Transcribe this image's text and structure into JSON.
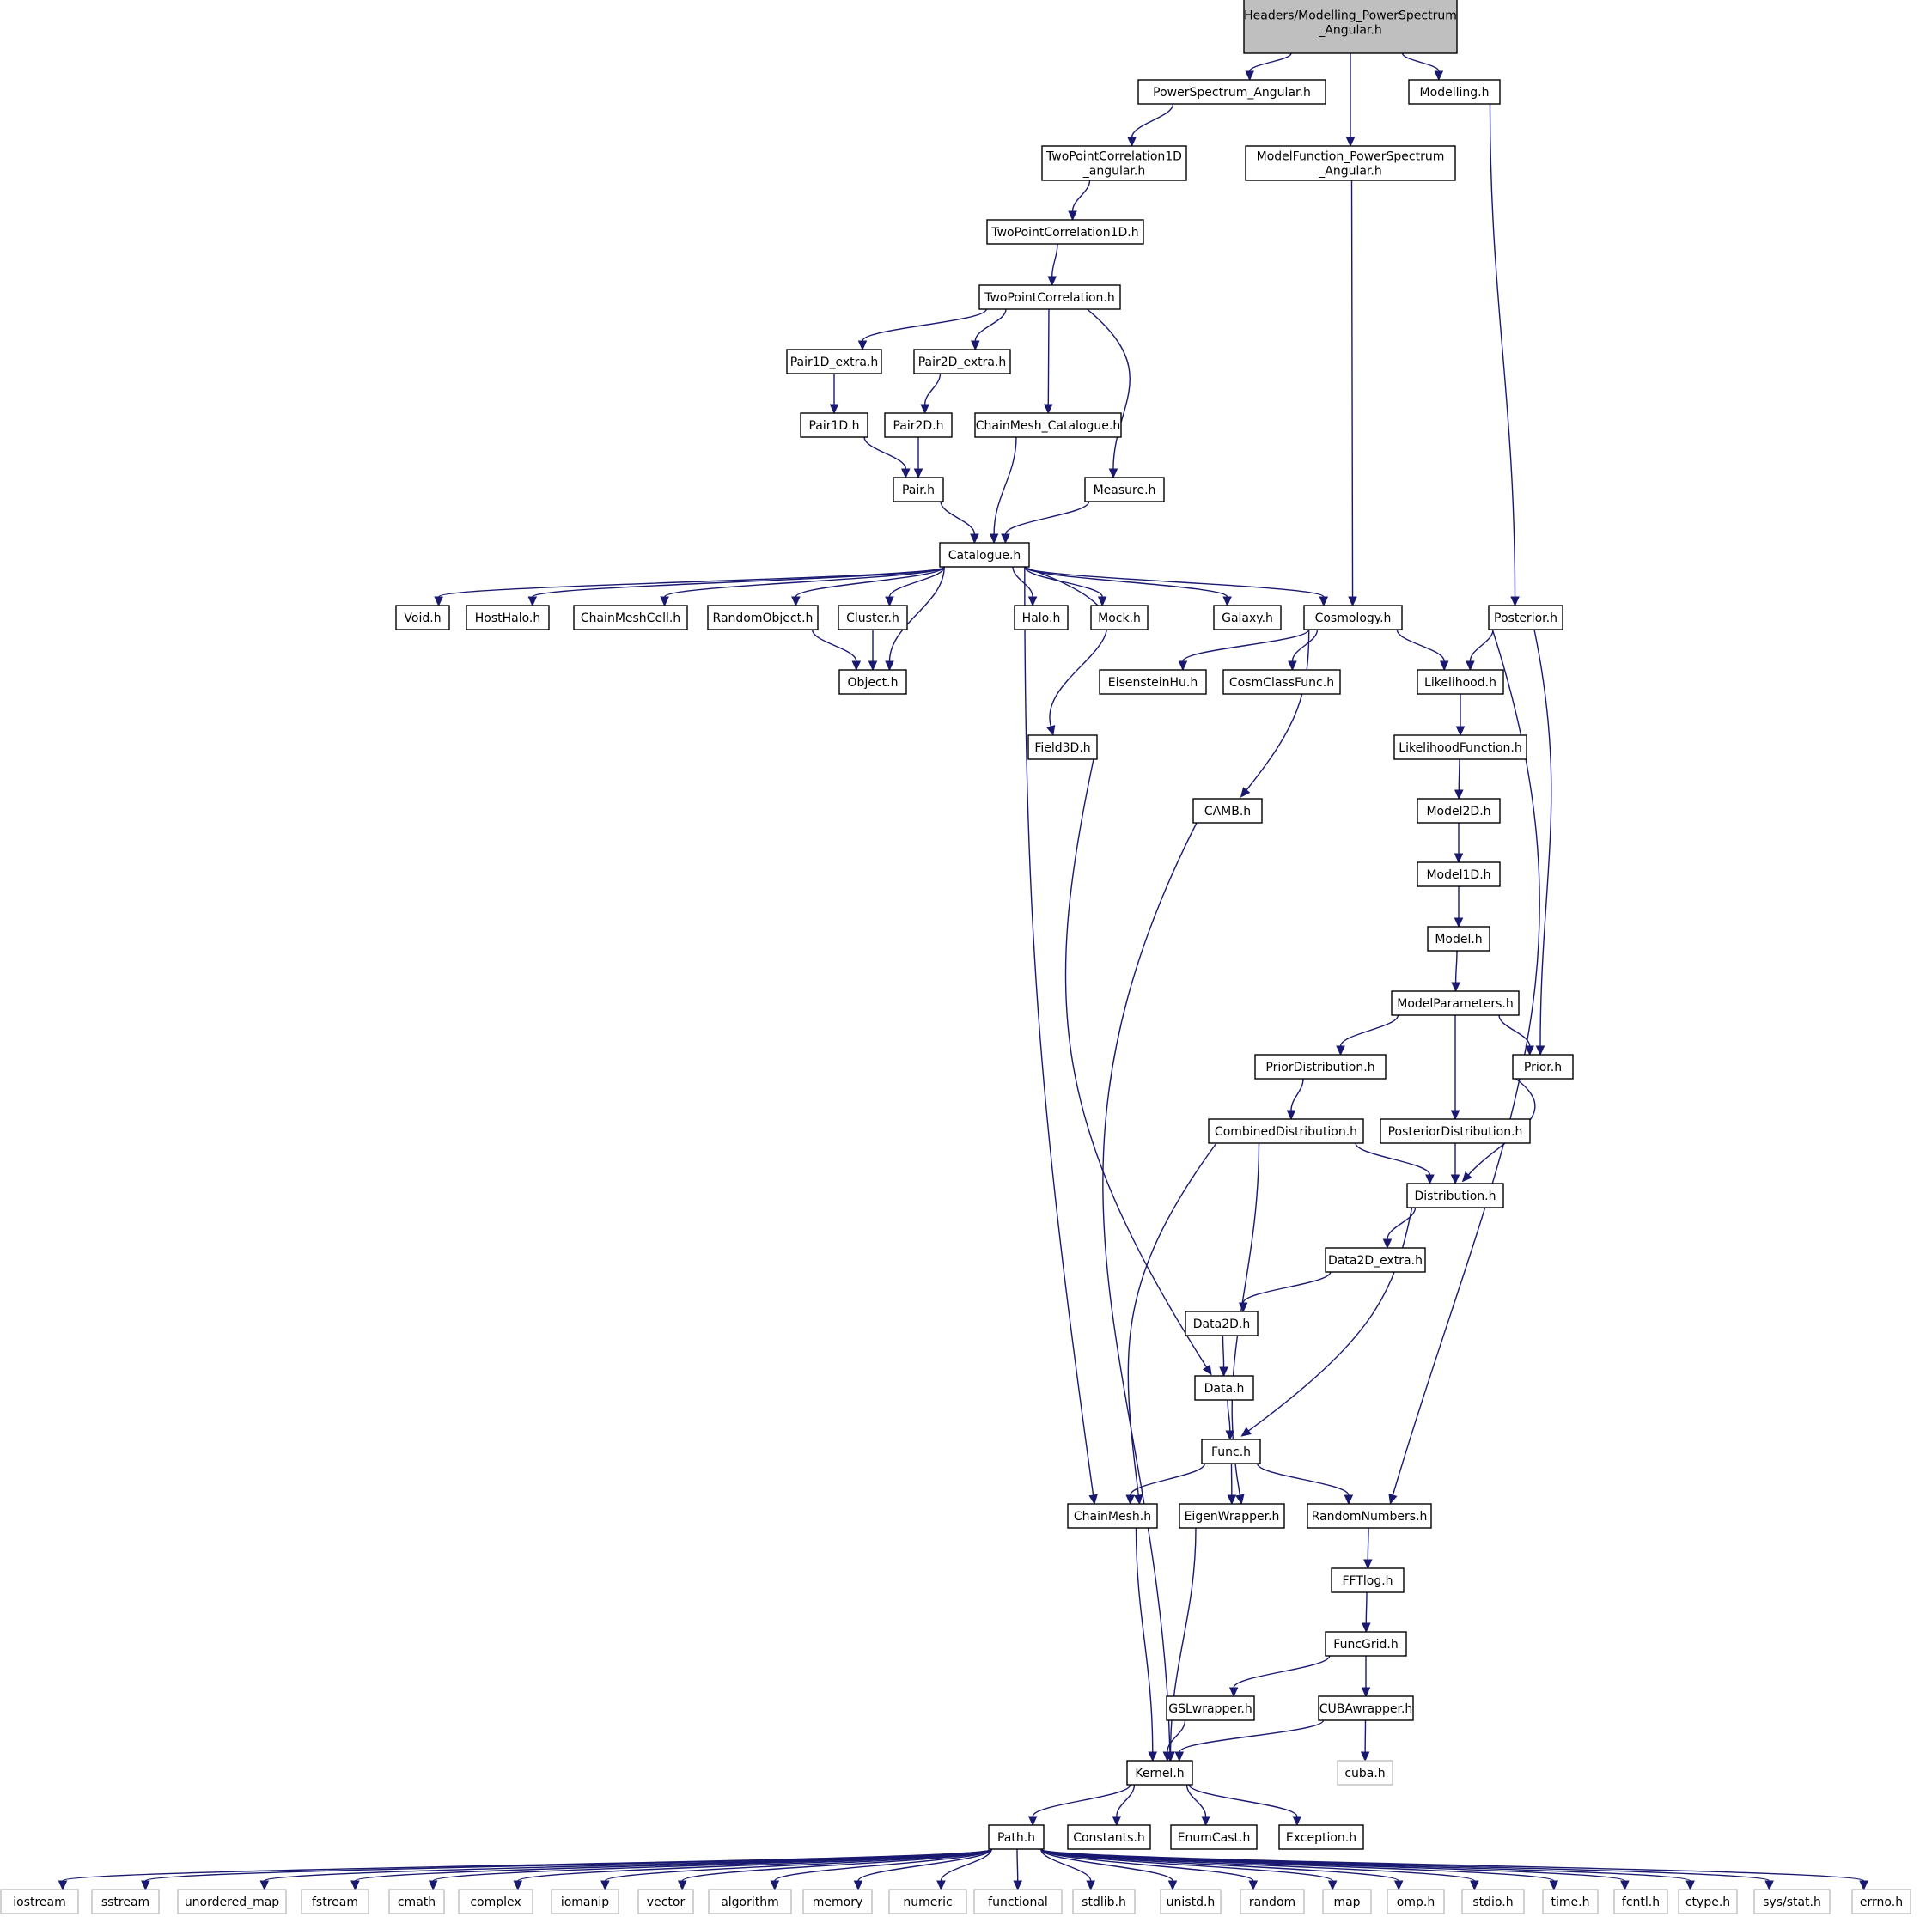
{
  "diagram": {
    "title_lines": [
      "Headers/Modelling_PowerSpectrum",
      "_Angular.h"
    ],
    "colors": {
      "edge": "#191970",
      "root_fill": "#bfbfbf",
      "external_border": "#bfbfbf"
    },
    "nodes": [
      {
        "id": "root",
        "lines": [
          "Headers/Modelling_PowerSpectrum",
          "_Angular.h"
        ],
        "kind": "root"
      },
      {
        "id": "psang",
        "lines": [
          "PowerSpectrum_Angular.h"
        ]
      },
      {
        "id": "modelling",
        "lines": [
          "Modelling.h"
        ]
      },
      {
        "id": "mfps",
        "lines": [
          "ModelFunction_PowerSpectrum",
          "_Angular.h"
        ]
      },
      {
        "id": "tpc1da",
        "lines": [
          "TwoPointCorrelation1D",
          "_angular.h"
        ]
      },
      {
        "id": "tpc1d",
        "lines": [
          "TwoPointCorrelation1D.h"
        ]
      },
      {
        "id": "tpc",
        "lines": [
          "TwoPointCorrelation.h"
        ]
      },
      {
        "id": "pair1dx",
        "lines": [
          "Pair1D_extra.h"
        ]
      },
      {
        "id": "pair2dx",
        "lines": [
          "Pair2D_extra.h"
        ]
      },
      {
        "id": "pair1d",
        "lines": [
          "Pair1D.h"
        ]
      },
      {
        "id": "pair2d",
        "lines": [
          "Pair2D.h"
        ]
      },
      {
        "id": "cmcat",
        "lines": [
          "ChainMesh_Catalogue.h"
        ]
      },
      {
        "id": "pair",
        "lines": [
          "Pair.h"
        ]
      },
      {
        "id": "measure",
        "lines": [
          "Measure.h"
        ]
      },
      {
        "id": "catalogue",
        "lines": [
          "Catalogue.h"
        ]
      },
      {
        "id": "void",
        "lines": [
          "Void.h"
        ]
      },
      {
        "id": "hosthalo",
        "lines": [
          "HostHalo.h"
        ]
      },
      {
        "id": "cmcell",
        "lines": [
          "ChainMeshCell.h"
        ]
      },
      {
        "id": "randobj",
        "lines": [
          "RandomObject.h"
        ]
      },
      {
        "id": "cluster",
        "lines": [
          "Cluster.h"
        ]
      },
      {
        "id": "halo",
        "lines": [
          "Halo.h"
        ]
      },
      {
        "id": "mock",
        "lines": [
          "Mock.h"
        ]
      },
      {
        "id": "galaxy",
        "lines": [
          "Galaxy.h"
        ]
      },
      {
        "id": "cosmology",
        "lines": [
          "Cosmology.h"
        ]
      },
      {
        "id": "posterior",
        "lines": [
          "Posterior.h"
        ]
      },
      {
        "id": "object",
        "lines": [
          "Object.h"
        ]
      },
      {
        "id": "eisenstein",
        "lines": [
          "EisensteinHu.h"
        ]
      },
      {
        "id": "cosmclass",
        "lines": [
          "CosmClassFunc.h"
        ]
      },
      {
        "id": "likelihood",
        "lines": [
          "Likelihood.h"
        ]
      },
      {
        "id": "field3d",
        "lines": [
          "Field3D.h"
        ]
      },
      {
        "id": "likefunc",
        "lines": [
          "LikelihoodFunction.h"
        ]
      },
      {
        "id": "camb",
        "lines": [
          "CAMB.h"
        ]
      },
      {
        "id": "model2d",
        "lines": [
          "Model2D.h"
        ]
      },
      {
        "id": "model1d",
        "lines": [
          "Model1D.h"
        ]
      },
      {
        "id": "model",
        "lines": [
          "Model.h"
        ]
      },
      {
        "id": "modelparams",
        "lines": [
          "ModelParameters.h"
        ]
      },
      {
        "id": "priordist",
        "lines": [
          "PriorDistribution.h"
        ]
      },
      {
        "id": "prior",
        "lines": [
          "Prior.h"
        ]
      },
      {
        "id": "combdist",
        "lines": [
          "CombinedDistribution.h"
        ]
      },
      {
        "id": "postdist",
        "lines": [
          "PosteriorDistribution.h"
        ]
      },
      {
        "id": "distribution",
        "lines": [
          "Distribution.h"
        ]
      },
      {
        "id": "data2dx",
        "lines": [
          "Data2D_extra.h"
        ]
      },
      {
        "id": "data2d",
        "lines": [
          "Data2D.h"
        ]
      },
      {
        "id": "data",
        "lines": [
          "Data.h"
        ]
      },
      {
        "id": "func",
        "lines": [
          "Func.h"
        ]
      },
      {
        "id": "chainmesh",
        "lines": [
          "ChainMesh.h"
        ]
      },
      {
        "id": "eigen",
        "lines": [
          "EigenWrapper.h"
        ]
      },
      {
        "id": "randnum",
        "lines": [
          "RandomNumbers.h"
        ]
      },
      {
        "id": "fftlog",
        "lines": [
          "FFTlog.h"
        ]
      },
      {
        "id": "funcgrid",
        "lines": [
          "FuncGrid.h"
        ]
      },
      {
        "id": "gsl",
        "lines": [
          "GSLwrapper.h"
        ]
      },
      {
        "id": "cuba",
        "lines": [
          "CUBAwrapper.h"
        ]
      },
      {
        "id": "cubah",
        "lines": [
          "cuba.h"
        ],
        "kind": "ext"
      },
      {
        "id": "kernel",
        "lines": [
          "Kernel.h"
        ]
      },
      {
        "id": "path",
        "lines": [
          "Path.h"
        ]
      },
      {
        "id": "constants",
        "lines": [
          "Constants.h"
        ]
      },
      {
        "id": "enumcast",
        "lines": [
          "EnumCast.h"
        ]
      },
      {
        "id": "exception",
        "lines": [
          "Exception.h"
        ]
      },
      {
        "id": "iostream",
        "lines": [
          "iostream"
        ],
        "kind": "ext"
      },
      {
        "id": "sstream",
        "lines": [
          "sstream"
        ],
        "kind": "ext"
      },
      {
        "id": "umap",
        "lines": [
          "unordered_map"
        ],
        "kind": "ext"
      },
      {
        "id": "fstream",
        "lines": [
          "fstream"
        ],
        "kind": "ext"
      },
      {
        "id": "cmath",
        "lines": [
          "cmath"
        ],
        "kind": "ext"
      },
      {
        "id": "complex",
        "lines": [
          "complex"
        ],
        "kind": "ext"
      },
      {
        "id": "iomanip",
        "lines": [
          "iomanip"
        ],
        "kind": "ext"
      },
      {
        "id": "vector",
        "lines": [
          "vector"
        ],
        "kind": "ext"
      },
      {
        "id": "algorithm",
        "lines": [
          "algorithm"
        ],
        "kind": "ext"
      },
      {
        "id": "memory",
        "lines": [
          "memory"
        ],
        "kind": "ext"
      },
      {
        "id": "numeric",
        "lines": [
          "numeric"
        ],
        "kind": "ext"
      },
      {
        "id": "functional",
        "lines": [
          "functional"
        ],
        "kind": "ext"
      },
      {
        "id": "stdlib",
        "lines": [
          "stdlib.h"
        ],
        "kind": "ext"
      },
      {
        "id": "unistd",
        "lines": [
          "unistd.h"
        ],
        "kind": "ext"
      },
      {
        "id": "random",
        "lines": [
          "random"
        ],
        "kind": "ext"
      },
      {
        "id": "map",
        "lines": [
          "map"
        ],
        "kind": "ext"
      },
      {
        "id": "omp",
        "lines": [
          "omp.h"
        ],
        "kind": "ext"
      },
      {
        "id": "stdio",
        "lines": [
          "stdio.h"
        ],
        "kind": "ext"
      },
      {
        "id": "timeh",
        "lines": [
          "time.h"
        ],
        "kind": "ext"
      },
      {
        "id": "fcntl",
        "lines": [
          "fcntl.h"
        ],
        "kind": "ext"
      },
      {
        "id": "ctype",
        "lines": [
          "ctype.h"
        ],
        "kind": "ext"
      },
      {
        "id": "sysstat",
        "lines": [
          "sys/stat.h"
        ],
        "kind": "ext"
      },
      {
        "id": "errno",
        "lines": [
          "errno.h"
        ],
        "kind": "ext"
      }
    ],
    "edges": [
      [
        "root",
        "psang"
      ],
      [
        "root",
        "mfps"
      ],
      [
        "root",
        "modelling"
      ],
      [
        "psang",
        "tpc1da"
      ],
      [
        "tpc1da",
        "tpc1d"
      ],
      [
        "tpc1d",
        "tpc"
      ],
      [
        "tpc",
        "pair1dx"
      ],
      [
        "tpc",
        "pair2dx"
      ],
      [
        "tpc",
        "cmcat"
      ],
      [
        "tpc",
        "measure"
      ],
      [
        "pair1dx",
        "pair1d"
      ],
      [
        "pair2dx",
        "pair2d"
      ],
      [
        "pair1d",
        "pair"
      ],
      [
        "pair2d",
        "pair"
      ],
      [
        "pair",
        "catalogue"
      ],
      [
        "cmcat",
        "catalogue"
      ],
      [
        "measure",
        "catalogue"
      ],
      [
        "catalogue",
        "void"
      ],
      [
        "catalogue",
        "hosthalo"
      ],
      [
        "catalogue",
        "cmcell"
      ],
      [
        "catalogue",
        "randobj"
      ],
      [
        "catalogue",
        "cluster"
      ],
      [
        "catalogue",
        "object"
      ],
      [
        "catalogue",
        "halo"
      ],
      [
        "catalogue",
        "mock"
      ],
      [
        "catalogue",
        "galaxy"
      ],
      [
        "catalogue",
        "cosmology"
      ],
      [
        "catalogue",
        "field3d"
      ],
      [
        "catalogue",
        "chainmesh"
      ],
      [
        "randobj",
        "object"
      ],
      [
        "cluster",
        "object"
      ],
      [
        "mfps",
        "cosmology"
      ],
      [
        "modelling",
        "posterior"
      ],
      [
        "cosmology",
        "eisenstein"
      ],
      [
        "cosmology",
        "cosmclass"
      ],
      [
        "cosmology",
        "likelihood"
      ],
      [
        "cosmology",
        "camb"
      ],
      [
        "posterior",
        "likelihood"
      ],
      [
        "posterior",
        "prior"
      ],
      [
        "posterior",
        "randnum"
      ],
      [
        "likelihood",
        "likefunc"
      ],
      [
        "likefunc",
        "model2d"
      ],
      [
        "model2d",
        "model1d"
      ],
      [
        "model1d",
        "model"
      ],
      [
        "model",
        "modelparams"
      ],
      [
        "modelparams",
        "priordist"
      ],
      [
        "modelparams",
        "prior"
      ],
      [
        "modelparams",
        "postdist"
      ],
      [
        "priordist",
        "combdist"
      ],
      [
        "combdist",
        "distribution"
      ],
      [
        "combdist",
        "chainmesh"
      ],
      [
        "combdist",
        "eigen"
      ],
      [
        "postdist",
        "distribution"
      ],
      [
        "prior",
        "distribution"
      ],
      [
        "distribution",
        "data2dx"
      ],
      [
        "distribution",
        "func"
      ],
      [
        "data2dx",
        "data2d"
      ],
      [
        "data2d",
        "data"
      ],
      [
        "field3d",
        "data"
      ],
      [
        "data",
        "func"
      ],
      [
        "func",
        "chainmesh"
      ],
      [
        "func",
        "eigen"
      ],
      [
        "func",
        "randnum"
      ],
      [
        "randnum",
        "fftlog"
      ],
      [
        "fftlog",
        "funcgrid"
      ],
      [
        "funcgrid",
        "gsl"
      ],
      [
        "funcgrid",
        "cuba"
      ],
      [
        "cuba",
        "cubah"
      ],
      [
        "cuba",
        "kernel"
      ],
      [
        "gsl",
        "kernel"
      ],
      [
        "eigen",
        "kernel"
      ],
      [
        "chainmesh",
        "kernel"
      ],
      [
        "camb",
        "kernel"
      ],
      [
        "kernel",
        "path"
      ],
      [
        "kernel",
        "constants"
      ],
      [
        "kernel",
        "enumcast"
      ],
      [
        "kernel",
        "exception"
      ],
      [
        "path",
        "iostream"
      ],
      [
        "path",
        "sstream"
      ],
      [
        "path",
        "umap"
      ],
      [
        "path",
        "fstream"
      ],
      [
        "path",
        "cmath"
      ],
      [
        "path",
        "complex"
      ],
      [
        "path",
        "iomanip"
      ],
      [
        "path",
        "vector"
      ],
      [
        "path",
        "algorithm"
      ],
      [
        "path",
        "memory"
      ],
      [
        "path",
        "numeric"
      ],
      [
        "path",
        "functional"
      ],
      [
        "path",
        "stdlib"
      ],
      [
        "path",
        "unistd"
      ],
      [
        "path",
        "random"
      ],
      [
        "path",
        "map"
      ],
      [
        "path",
        "omp"
      ],
      [
        "path",
        "stdio"
      ],
      [
        "path",
        "timeh"
      ],
      [
        "path",
        "fcntl"
      ],
      [
        "path",
        "ctype"
      ],
      [
        "path",
        "sysstat"
      ],
      [
        "path",
        "errno"
      ]
    ]
  }
}
